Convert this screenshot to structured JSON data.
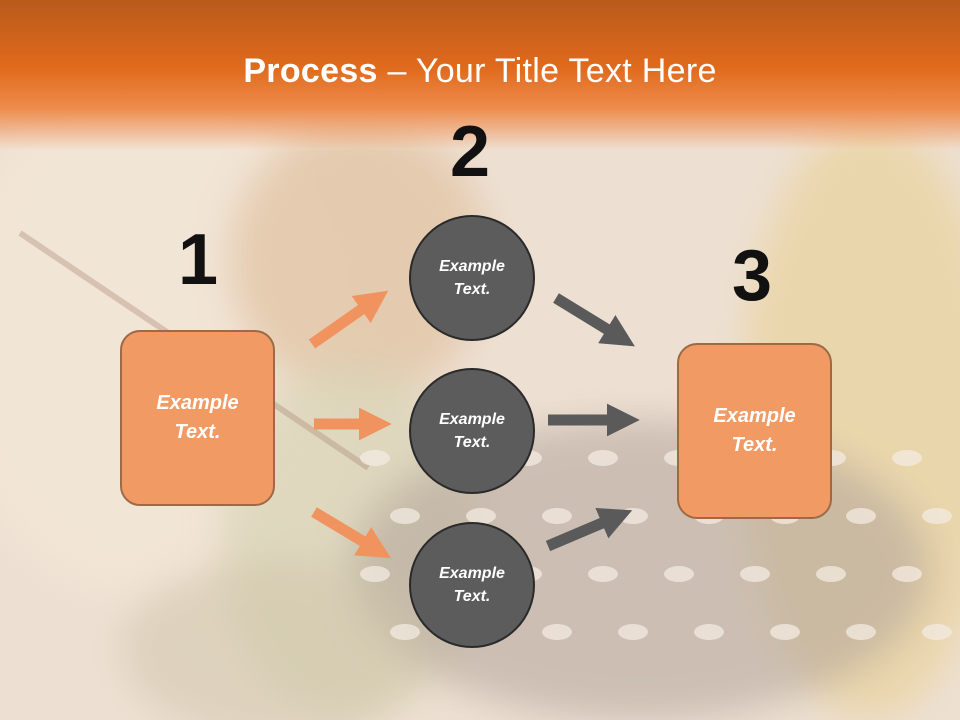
{
  "title": {
    "bold": "Process",
    "rest": " – Your Title Text Here"
  },
  "steps": [
    {
      "number": "1",
      "text": "Example\nText."
    },
    {
      "number": "2",
      "text": "Example\nText."
    },
    {
      "number": "3",
      "text": "Example\nText."
    }
  ],
  "circles": [
    {
      "text": "Example\nText."
    },
    {
      "text": "Example\nText."
    },
    {
      "text": "Example\nText."
    }
  ],
  "colors": {
    "title_bar": "#e06a1c",
    "box_fill": "#f19a64",
    "circle_fill": "#5c5c5c",
    "orange_arrow": "#f0935e",
    "gray_arrow": "#5a5a5a"
  }
}
